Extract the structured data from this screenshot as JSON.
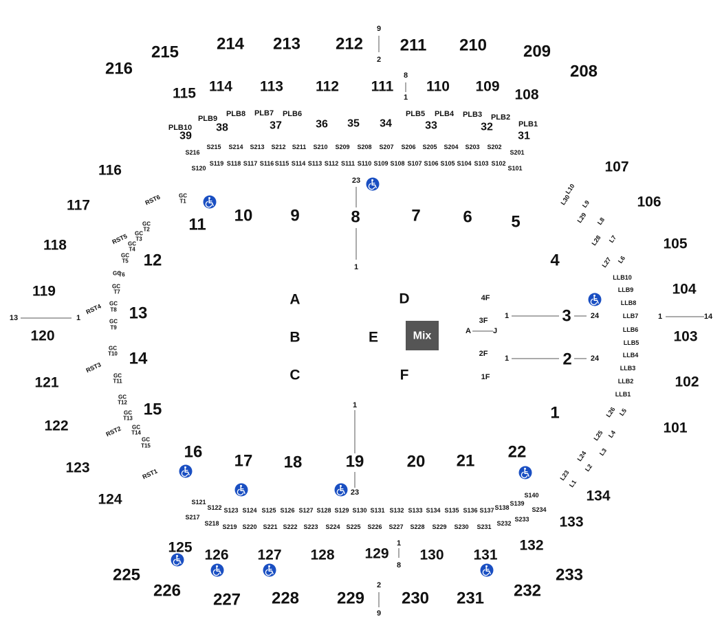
{
  "colors": {
    "text": "#111111",
    "lines": "#555555",
    "accessible_icon": "#1a4fc2",
    "mix_booth": "#555555",
    "mix_text": "#ffffff"
  },
  "mix_label": "Mix",
  "icon": "wheelchair-accessible-icon",
  "labels": {
    "outer_ring": [
      "215",
      "214",
      "213",
      "212",
      "211",
      "210",
      "209",
      "216",
      "208",
      "225",
      "226",
      "227",
      "228",
      "229",
      "230",
      "231",
      "232",
      "233"
    ],
    "upper_ring": [
      "115",
      "114",
      "113",
      "112",
      "111",
      "110",
      "109",
      "108",
      "116",
      "107",
      "117",
      "106",
      "118",
      "105",
      "119",
      "104",
      "120",
      "103",
      "121",
      "102",
      "122",
      "101",
      "123",
      "124",
      "134",
      "133",
      "132",
      "125",
      "126",
      "127",
      "128",
      "129",
      "130",
      "131"
    ],
    "plb": [
      "PLB10",
      "PLB9",
      "PLB8",
      "PLB7",
      "PLB6",
      "PLB5",
      "PLB4",
      "PLB3",
      "PLB2",
      "PLB1"
    ],
    "box_numbers": [
      "39",
      "38",
      "37",
      "36",
      "35",
      "34",
      "33",
      "32",
      "31"
    ],
    "s_top_row1": [
      "S216",
      "S215",
      "S214",
      "S213",
      "S212",
      "S211",
      "S210",
      "S209",
      "S208",
      "S207",
      "S206",
      "S205",
      "S204",
      "S203",
      "S202",
      "S201"
    ],
    "s_top_row2": [
      "S120",
      "S119",
      "S118",
      "S117",
      "S116",
      "S115",
      "S114",
      "S113",
      "S112",
      "S111",
      "S110",
      "S109",
      "S108",
      "S107",
      "S106",
      "S105",
      "S104",
      "S103",
      "S102",
      "S101"
    ],
    "s_bottom_row1": [
      "S121",
      "S122",
      "S123",
      "S124",
      "S125",
      "S126",
      "S127",
      "S128",
      "S129",
      "S130",
      "S131",
      "S132",
      "S133",
      "S134",
      "S135",
      "S136",
      "S137",
      "S138",
      "S139",
      "S140"
    ],
    "s_bottom_row2": [
      "S217",
      "S218",
      "S219",
      "S220",
      "S221",
      "S222",
      "S223",
      "S224",
      "S225",
      "S226",
      "S227",
      "S228",
      "S229",
      "S230",
      "S231",
      "S232",
      "S233",
      "S234"
    ],
    "floor_sections": [
      "11",
      "10",
      "9",
      "8",
      "7",
      "6",
      "5",
      "4",
      "3",
      "2",
      "1",
      "12",
      "13",
      "14",
      "15",
      "16",
      "17",
      "18",
      "19",
      "20",
      "21",
      "22"
    ],
    "floor_center": [
      "A",
      "B",
      "C",
      "D",
      "E",
      "F"
    ],
    "floor_right": [
      "4F",
      "3F",
      "2F",
      "1F"
    ],
    "rst": [
      "RST6",
      "RST5",
      "RST4",
      "RST3",
      "RST2",
      "RST1"
    ],
    "gc": [
      "GC",
      "GC",
      "GC",
      "GC",
      "GC",
      "GC",
      "GC",
      "GC",
      "GC",
      "GC",
      "GC",
      "GC",
      "GC",
      "GC",
      "GC"
    ],
    "gc_t": [
      "T1",
      "T2",
      "T3",
      "T4",
      "T5",
      "T6",
      "T7",
      "T8",
      "T9",
      "T10",
      "T11",
      "T12",
      "T13",
      "T14",
      "T15"
    ],
    "l_outer": [
      "L10",
      "L9",
      "L8",
      "L7",
      "L6",
      "L5",
      "L4",
      "L3",
      "L2",
      "L1"
    ],
    "l_inner": [
      "L30",
      "L29",
      "L28",
      "L27",
      "L26",
      "L25",
      "L24",
      "L23"
    ],
    "llb": [
      "LLB10",
      "LLB9",
      "LLB8",
      "LLB7",
      "LLB6",
      "LLB5",
      "LLB4",
      "LLB3",
      "LLB2",
      "LLB1"
    ],
    "row_markers": [
      "9",
      "2",
      "8",
      "1",
      "23",
      "1",
      "1",
      "23",
      "1",
      "8",
      "2",
      "9",
      "13",
      "1",
      "1",
      "14",
      "1",
      "24",
      "1",
      "24",
      "A",
      "J"
    ]
  }
}
